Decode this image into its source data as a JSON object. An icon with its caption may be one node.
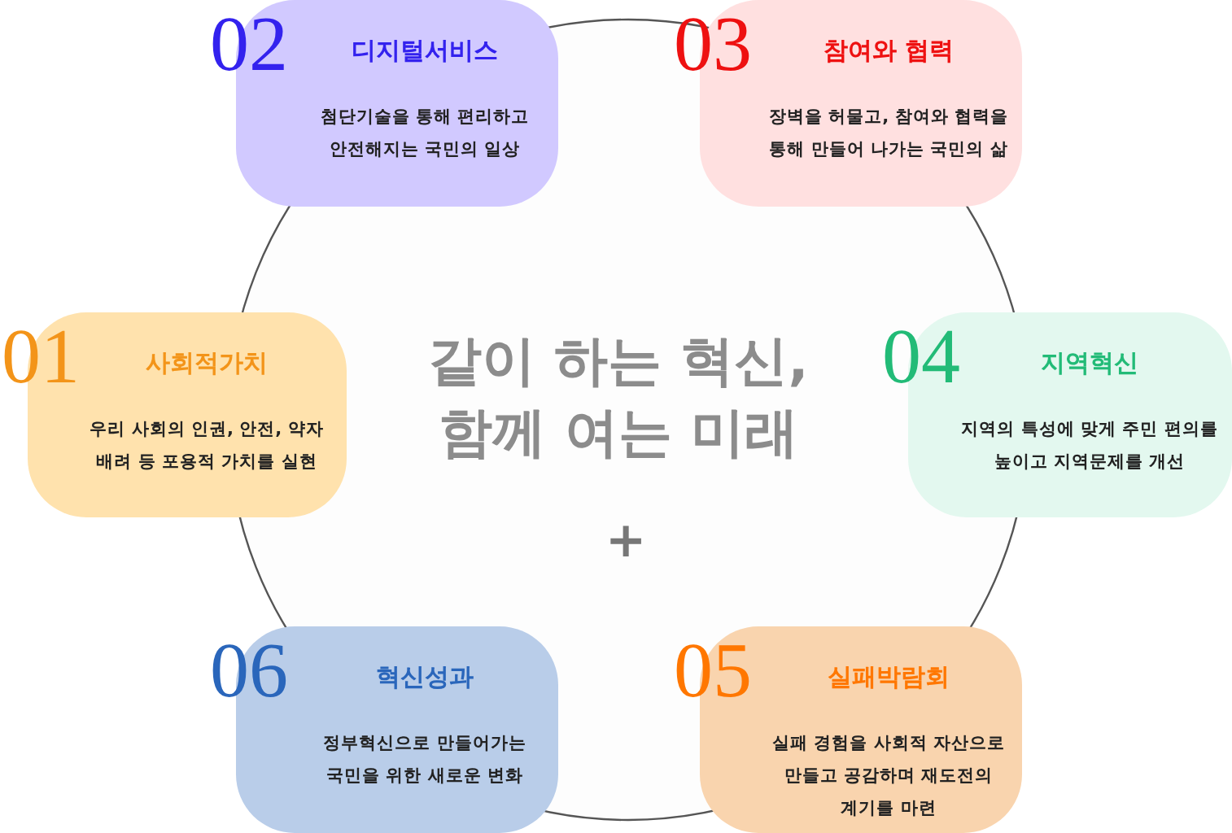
{
  "diagram": {
    "title": "같이 하는 혁신, 함께 여는 미래",
    "nodes": [
      {
        "text": [
          "02",
          "디지털서비스",
          "첨단기술을 통해 편리하고 안전해지는 국민의 일상"
        ]
      },
      {
        "text": [
          "03",
          "참여와 협력",
          "장벽을 허물고, 참여와 협력을 통해 만들어 나가는 국민의 삶"
        ]
      },
      {
        "text": [
          "01",
          "사회적가치",
          "우리 사회의 인권, 안전, 약자 배려 등 포용적 가치를 실현"
        ]
      },
      {
        "text": [
          "04",
          "지역혁신",
          "지역의 특성에 맞게 주민 편의를 높이고 지역문제를 개선"
        ]
      },
      {
        "text": [
          "06",
          "혁신성과",
          "정부혁신으로 만들어가는 국민을 위한 새로운 변화"
        ]
      },
      {
        "text": [
          "05",
          "실패박람회",
          "실패 경험을 사회적 자산으로 만들고 공감하며 재도전의 계기를 마련"
        ]
      }
    ],
    "labels": [
      "+"
    ]
  }
}
